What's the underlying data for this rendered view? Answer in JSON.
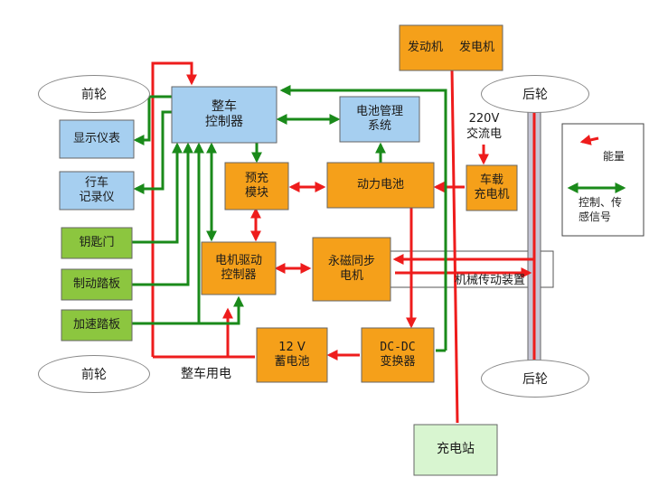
{
  "wheels": {
    "front_top": "前轮",
    "front_bottom": "前轮",
    "rear_top": "后轮",
    "rear_bottom": "后轮"
  },
  "blocks": {
    "vehicle_controller": "整车\n控制器",
    "battery_management": "电池管理\n系统",
    "display": "显示仪表",
    "recorder": "行车\n记录仪",
    "key_door": "钥匙门",
    "brake_pedal": "制动踏板",
    "accel_pedal": "加速踏板",
    "precharge": "预充\n模块",
    "power_battery": "动力电池",
    "onboard_charger": "车载\n充电机",
    "motor_drive_controller": "电机驱动\n控制器",
    "pm_sync_motor": "永磁同步\n电机",
    "battery_12v": "12 V\n蓄电池",
    "dcdc": "DC-DC\n变换器",
    "engine": "发动机",
    "generator": "发电机",
    "charging_station": "充电站"
  },
  "labels": {
    "ac_220": "220V\n交流电",
    "mechanical": "机械传动装置",
    "vehicle_power": "整车用电"
  },
  "legend": {
    "energy": "能量",
    "control": "控制、传\n感信号"
  },
  "colors": {
    "energy": "#ee1c1c",
    "control": "#1a8a1a",
    "controller_fill": "#a6cff0",
    "power_fill": "#f5a01a",
    "input_fill": "#8cc63f",
    "station_fill": "#d8f5d0"
  }
}
